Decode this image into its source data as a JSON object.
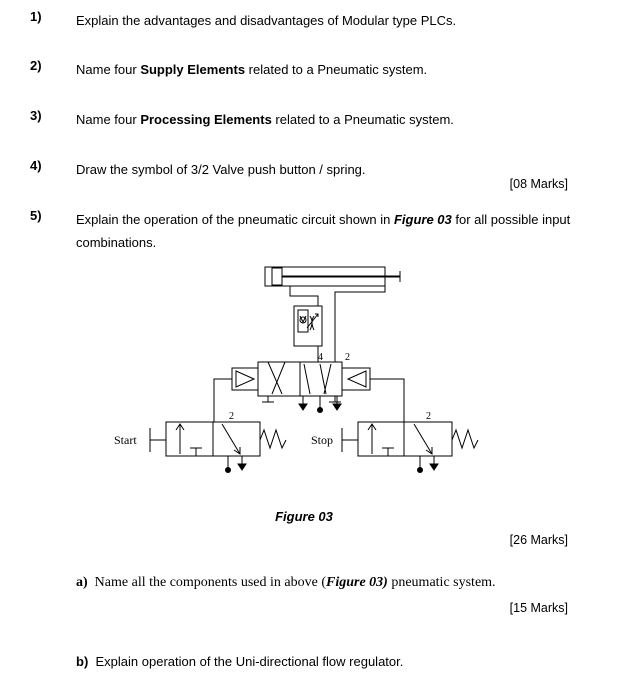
{
  "questions": [
    {
      "num": "1)",
      "text": "Explain the advantages and disadvantages of Modular type PLCs."
    },
    {
      "num": "2)",
      "pre": "Name four ",
      "bold": "Supply Elements",
      "post": " related to a Pneumatic system."
    },
    {
      "num": "3)",
      "pre": "Name four ",
      "bold": "Processing Elements",
      "post": " related to a Pneumatic system."
    },
    {
      "num": "4)",
      "text": "Draw the symbol of 3/2 Valve push button / spring."
    },
    {
      "num": "5)",
      "pre": "Explain the operation of the pneumatic circuit shown in ",
      "bold": "Figure 03",
      "post": " for all possible input combinations."
    }
  ],
  "marks": {
    "m1": "[08 Marks]",
    "m2": "[26 Marks]",
    "m3": "[15 Marks]"
  },
  "figure": {
    "caption": "Figure 03",
    "start_label": "Start",
    "stop_label": "Stop",
    "port_4": "4",
    "port_2": "2"
  },
  "sub_a": {
    "label": "a)",
    "pre": "Name all the components used in above (",
    "bold": "Figure 03)",
    "post": " pneumatic system."
  },
  "sub_b": {
    "label": "b)",
    "text": "Explain operation of the Uni-directional flow regulator."
  }
}
